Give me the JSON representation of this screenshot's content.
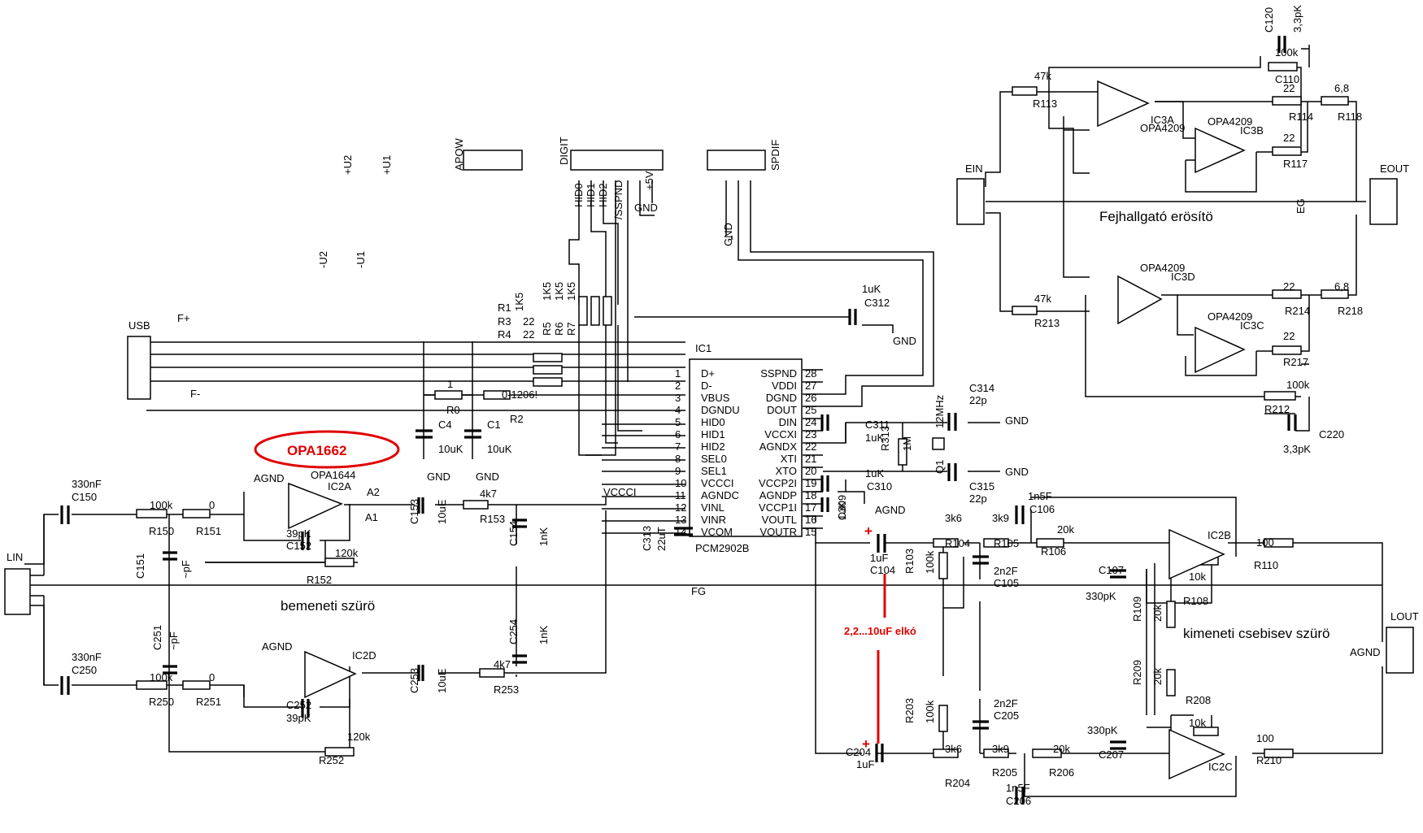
{
  "labels": [
    [
      "R113",
      "47k",
      1272,
      98,
      1270,
      132
    ],
    [
      "R114",
      "22",
      1578,
      113,
      1585,
      148
    ],
    [
      "R117",
      "22",
      1578,
      174,
      1578,
      206
    ],
    [
      "R118",
      "6,8",
      1641,
      113,
      1645,
      148
    ],
    [
      "C110",
      "100k",
      1568,
      69,
      1568,
      102
    ],
    [
      "R213",
      "47k",
      1272,
      372,
      1272,
      402
    ],
    [
      "R214",
      "22",
      1578,
      357,
      1580,
      387
    ],
    [
      "R218",
      "6,8",
      1641,
      357,
      1645,
      387
    ],
    [
      "R217",
      "22",
      1578,
      418,
      1578,
      450
    ],
    [
      "R212",
      "100k",
      1582,
      478,
      1555,
      508
    ],
    [
      "R150",
      "100k",
      184,
      626,
      183,
      658
    ],
    [
      "R151",
      "0",
      257,
      626,
      241,
      658
    ],
    [
      "R152",
      "120k",
      412,
      685,
      377,
      718
    ],
    [
      "R153",
      "4k7",
      590,
      612,
      590,
      643
    ],
    [
      "R250",
      "100k",
      184,
      838,
      183,
      868
    ],
    [
      "R251",
      "0",
      257,
      838,
      241,
      868
    ],
    [
      "R252",
      "120k",
      427,
      911,
      392,
      940
    ],
    [
      "R253",
      "4k7",
      607,
      822,
      607,
      853
    ],
    [
      "R0",
      "1",
      550,
      477,
      549,
      509
    ],
    [
      "R2",
      "0-1206!",
      617,
      490,
      627,
      520
    ],
    [
      "R104",
      "3k6",
      1162,
      642,
      1162,
      673
    ],
    [
      "R105",
      "3k9",
      1220,
      642,
      1222,
      673
    ],
    [
      "R106",
      "20k",
      1300,
      656,
      1280,
      683
    ],
    [
      "R108",
      "10k",
      1462,
      714,
      1455,
      744
    ],
    [
      "R110",
      "100",
      1545,
      672,
      1542,
      700
    ],
    [
      "R204",
      "3k6",
      1162,
      926,
      1162,
      968
    ],
    [
      "R205",
      "3k9",
      1220,
      926,
      1220,
      955
    ],
    [
      "R206",
      "20k",
      1295,
      926,
      1290,
      955
    ],
    [
      "R210",
      "100",
      1545,
      913,
      1545,
      940
    ],
    [
      "R208",
      "10k",
      1462,
      894,
      1458,
      866
    ]
  ],
  "vlabels": [
    [
      "C120",
      "3,3pK",
      1565,
      40,
      1600,
      40
    ],
    [
      "R103",
      "100k",
      1123,
      706,
      1148,
      706
    ],
    [
      "R203",
      "100k",
      1123,
      890,
      1148,
      890
    ],
    [
      "R109",
      "20k",
      1403,
      765,
      1428,
      765
    ],
    [
      "R209",
      "20k",
      1403,
      843,
      1428,
      843
    ],
    [
      "R313",
      "1M",
      1093,
      555,
      1120,
      555
    ],
    [
      "C313",
      "22uT",
      800,
      678,
      818,
      678
    ],
    [
      "C251",
      "~pF",
      198,
      800,
      218,
      800
    ],
    [
      "C151",
      "~pF",
      177,
      712,
      233,
      712
    ],
    [
      "C154",
      "1nK",
      636,
      672,
      673,
      672
    ],
    [
      "C254",
      "1nK",
      636,
      793,
      673,
      793
    ],
    [
      "C153",
      "10uE",
      514,
      645,
      548,
      645
    ],
    [
      "C253",
      "10uE",
      514,
      853,
      548,
      853
    ],
    [
      "C309",
      "1uK",
      1040,
      640,
      1040,
      640
    ]
  ],
  "ic1": {
    "ref": "IC1",
    "part": "PCM2902B",
    "left": [
      "D+",
      "D-",
      "VBUS",
      "DGNDU",
      "HID0",
      "HID1",
      "HID2",
      "SEL0",
      "SEL1",
      "VCCCI",
      "AGNDC",
      "VINL",
      "VINR",
      "VCOM"
    ],
    "right": [
      "SSPND",
      "VDDI",
      "DGND",
      "DOUT",
      "DIN",
      "VCCXI",
      "AGNDX",
      "XTI",
      "XTO",
      "VCCP2I",
      "AGNDP",
      "VCCP1I",
      "VOUTL",
      "VOUTR"
    ]
  },
  "misc": [
    [
      "APOW",
      569,
      210
    ],
    [
      "DIGIT",
      698,
      203
    ],
    [
      "SPDIF",
      958,
      210
    ],
    [
      "+5V",
      803,
      234
    ],
    [
      "/SSPND",
      765,
      270
    ],
    [
      "GND",
      780,
      260
    ],
    [
      "HID0",
      716,
      255
    ],
    [
      "HID1",
      731,
      255
    ],
    [
      "HID2",
      746,
      255
    ],
    [
      "GND",
      900,
      303
    ],
    [
      "1uK",
      1060,
      360
    ],
    [
      "C312",
      1063,
      377
    ],
    [
      "GND",
      1098,
      424
    ],
    [
      "1K5",
      677,
      370
    ],
    [
      "1K5",
      692,
      370
    ],
    [
      "1K5",
      707,
      370
    ],
    [
      "R5",
      677,
      413
    ],
    [
      "R6",
      692,
      413
    ],
    [
      "R7",
      707,
      413
    ],
    [
      "R1",
      612,
      383
    ],
    [
      "R3",
      612,
      400
    ],
    [
      "R4",
      612,
      416
    ],
    [
      "1K5",
      643,
      383
    ],
    [
      "22",
      643,
      400
    ],
    [
      "22",
      643,
      416
    ],
    [
      "C4",
      539,
      527
    ],
    [
      "10uK",
      539,
      557
    ],
    [
      "C1",
      599,
      527
    ],
    [
      "10uK",
      599,
      557
    ],
    [
      "GND",
      525,
      591
    ],
    [
      "GND",
      585,
      591
    ],
    [
      "C311",
      1064,
      527
    ],
    [
      "1uK",
      1064,
      543
    ],
    [
      "C310",
      1066,
      603
    ],
    [
      "1uK",
      1064,
      587
    ],
    [
      "AGND",
      1076,
      632
    ],
    [
      "C314",
      1192,
      482
    ],
    [
      "22p",
      1192,
      497
    ],
    [
      "C315",
      1192,
      603
    ],
    [
      "22p",
      1192,
      618
    ],
    [
      "12MHz",
      1160,
      527
    ],
    [
      "Q1",
      1160,
      583
    ],
    [
      "GND",
      1236,
      522
    ],
    [
      "GND",
      1236,
      585
    ],
    [
      "VCCCI",
      742,
      610
    ],
    [
      "FG",
      850,
      732
    ],
    [
      "A2",
      451,
      610
    ],
    [
      "A1",
      449,
      641
    ],
    [
      "AGND",
      312,
      593
    ],
    [
      "AGND",
      322,
      800
    ],
    [
      "C150",
      88,
      616
    ],
    [
      "330nF",
      88,
      600
    ],
    [
      "C250",
      88,
      829
    ],
    [
      "330nF",
      88,
      813
    ],
    [
      "IC2A",
      403,
      603
    ],
    [
      "OPA1644",
      382,
      589
    ],
    [
      "IC2D",
      433,
      811
    ],
    [
      "C152",
      352,
      676
    ],
    [
      "39pK",
      352,
      661
    ],
    [
      "C252",
      352,
      872
    ],
    [
      "39pK",
      352,
      888
    ],
    [
      "EIN",
      1187,
      212
    ],
    [
      "EOUT",
      1697,
      212
    ],
    [
      "EG",
      1604,
      263
    ],
    [
      "OPA4209",
      1402,
      162
    ],
    [
      "IC3A",
      1415,
      152
    ],
    [
      "OPA4209",
      1485,
      154
    ],
    [
      "IC3B",
      1525,
      165
    ],
    [
      "OPA4209",
      1402,
      334
    ],
    [
      "IC3D",
      1440,
      345
    ],
    [
      "OPA4209",
      1485,
      394
    ],
    [
      "IC3C",
      1525,
      405
    ],
    [
      "C220",
      1622,
      539
    ],
    [
      "3,3pK",
      1578,
      557
    ],
    [
      "C106",
      1266,
      631
    ],
    [
      "1n5F",
      1264,
      615
    ],
    [
      "C105",
      1222,
      722
    ],
    [
      "2n2F",
      1222,
      707
    ],
    [
      "C205",
      1222,
      885
    ],
    [
      "2n2F",
      1222,
      870
    ],
    [
      "C206",
      1237,
      990
    ],
    [
      "1n5F",
      1237,
      974
    ],
    [
      "C107",
      1351,
      706
    ],
    [
      "330pK",
      1335,
      738
    ],
    [
      "C207",
      1351,
      933
    ],
    [
      "330pK",
      1337,
      903
    ],
    [
      "IC2B",
      1485,
      663
    ],
    [
      "IC2C",
      1486,
      948
    ],
    [
      "C104",
      1070,
      706
    ],
    [
      "1uF",
      1070,
      691
    ],
    [
      "C204",
      1040,
      930
    ],
    [
      "1uF",
      1053,
      945
    ],
    [
      "LIN",
      8,
      690
    ],
    [
      "LOUT",
      1710,
      763
    ],
    [
      "USB",
      158,
      405
    ],
    [
      "F+",
      218,
      396
    ],
    [
      "F-",
      234,
      489
    ],
    [
      "AGND",
      1660,
      807
    ],
    [
      "+U2",
      432,
      215
    ],
    [
      "+U1",
      480,
      215
    ],
    [
      "-U2",
      402,
      330
    ],
    [
      "-U1",
      448,
      330
    ]
  ],
  "notes": {
    "opa1662": "OPA1662",
    "elko": "2,2...10uF elkó",
    "fejhallgato": "Fejhallgató erösítö",
    "bemeneti": "bemeneti szürö",
    "kimeneti": "kimeneti csebisev szürö"
  },
  "colors": {
    "ink": "#000000",
    "accent": "#e00000"
  }
}
